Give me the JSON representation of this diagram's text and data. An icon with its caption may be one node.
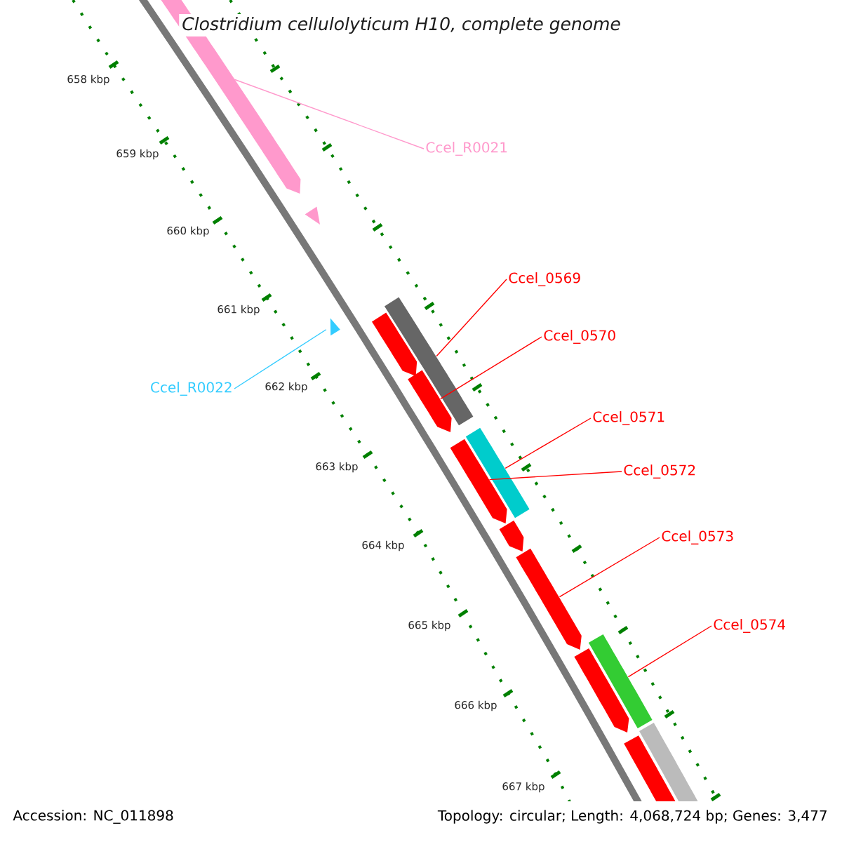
{
  "diagram": {
    "title": "Clostridium cellulolyticum H10, complete genome",
    "nodes": [
      {
        "text": [
          "Ccel_R0021"
        ]
      },
      {
        "text": [
          "Ccel_R0022"
        ]
      },
      {
        "text": [
          "Ccel_0569"
        ]
      },
      {
        "text": [
          "Ccel_0570"
        ]
      },
      {
        "text": [
          "Ccel_0571"
        ]
      },
      {
        "text": [
          "Ccel_0572"
        ]
      },
      {
        "text": [
          "Ccel_0573"
        ]
      },
      {
        "text": [
          "Ccel_0574"
        ]
      },
      {
        "text": [],
        "shape": "pentagon"
      },
      {
        "text": [],
        "shape": "triangle"
      },
      {
        "text": [],
        "shape": "triangle"
      },
      {
        "text": [],
        "shape": "bar"
      },
      {
        "text": [],
        "shape": "pentagon"
      },
      {
        "text": [],
        "shape": "pentagon"
      },
      {
        "text": [],
        "shape": "bar"
      },
      {
        "text": [],
        "shape": "pentagon"
      },
      {
        "text": [],
        "shape": "pentagon"
      },
      {
        "text": [],
        "shape": "pentagon"
      },
      {
        "text": [],
        "shape": "bar"
      },
      {
        "text": [],
        "shape": "pentagon"
      },
      {
        "text": [],
        "shape": "pentagon"
      },
      {
        "text": [],
        "shape": "bar"
      }
    ],
    "edges": [
      {
        "from": 0,
        "to": 8,
        "arrow": "none",
        "color": "#ff99cc"
      },
      {
        "from": 1,
        "to": 10,
        "arrow": "none",
        "color": "#33ccff"
      },
      {
        "from": 2,
        "to": 11,
        "arrow": "none"
      },
      {
        "from": 3,
        "to": 13,
        "arrow": "none"
      },
      {
        "from": 4,
        "to": 14,
        "arrow": "none"
      },
      {
        "from": 5,
        "to": 15,
        "arrow": "none"
      },
      {
        "from": 6,
        "to": 17,
        "arrow": "none"
      },
      {
        "from": 7,
        "to": 18,
        "arrow": "none"
      }
    ],
    "labels": [
      "658 kbp",
      "659 kbp",
      "660 kbp",
      "661 kbp",
      "662 kbp",
      "663 kbp",
      "664 kbp",
      "665 kbp",
      "666 kbp",
      "667 kbp",
      "Accession: NC_011898",
      "Topology: circular; Length: 4,068,724 bp; Genes: 3,477"
    ]
  }
}
